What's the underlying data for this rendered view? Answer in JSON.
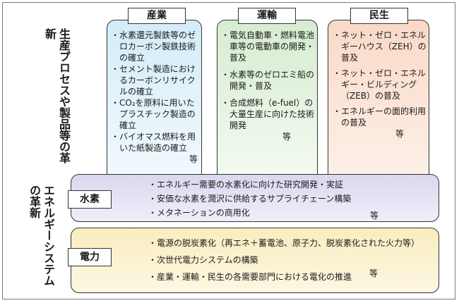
{
  "row_labels": {
    "production": "生産プロセスや製品等の革新",
    "energy": "エネルギーシステムの革新"
  },
  "columns": [
    {
      "header": "産業",
      "items": [
        "水素還元製鉄等のゼロカーボン製鉄技術の確立",
        "セメント製造におけるカーボンリサイクルの確立",
        "CO₂を原料に用いたプラスチック製造の確立",
        "バイオマス燃料を用いた紙製造の確立"
      ],
      "etc": "等"
    },
    {
      "header": "運輸",
      "items": [
        "電気自動車・燃料電池車等の電動車の開発・普及",
        "水素等のゼロエミ船の開発・普及",
        "合成燃料（e-fuel）の大量生産に向けた技術開発"
      ],
      "etc": "等"
    },
    {
      "header": "民生",
      "items": [
        "ネット・ゼロ・エネルギーハウス（ZEH）の普及",
        "ネット・ゼロ・エネルギー・ビルディング（ZEB）の普及",
        "エネルギーの面的利用の普及"
      ],
      "etc": "等"
    }
  ],
  "bands": [
    {
      "label": "水素",
      "items": [
        "エネルギー需要の水素化に向けた研究開発・実証",
        "安価な水素を潤沢に供給するサプライチェーン構築",
        "メタネーションの商用化"
      ],
      "etc": "等"
    },
    {
      "label": "電力",
      "items": [
        "電源の脱炭素化（再エネ＋蓄電池、原子力、脱炭素化された火力等）",
        "次世代電力システムの構築",
        "産業・運輸・民生の各需要部門における電化の推進"
      ],
      "etc": "等"
    }
  ],
  "colors": {
    "industry": "#d3ecf8",
    "transport": "#d6ecd0",
    "residential": "#fad9c6",
    "hydrogen": "#dcd6ef",
    "electricity": "#f9edbf",
    "border": "#333333"
  }
}
